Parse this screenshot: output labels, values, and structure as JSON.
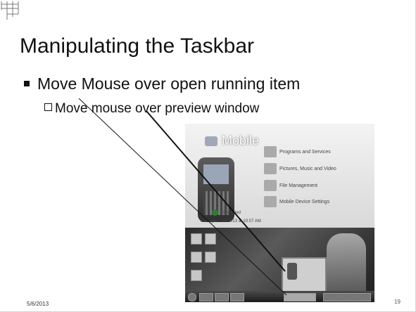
{
  "slide": {
    "title": "Manipulating the Taskbar",
    "bullet_1": "Move Mouse over open running item",
    "bullet_2": "Move mouse over preview window",
    "footer_date": "5/6/2013",
    "page_number": "19"
  },
  "screenshot": {
    "logo_text": "Mobile",
    "menu": [
      {
        "label": "Programs and Services"
      },
      {
        "label": "Pictures, Music and Video"
      },
      {
        "label": "File Management"
      },
      {
        "label": "Mobile Device Settings"
      }
    ],
    "status_text": "Connected",
    "sync_text": "Last sync: 5/6/2013 at 10:07 AM"
  },
  "icons": [
    "slide-corner-grid-icon",
    "windows-logo-icon",
    "phone-icon"
  ],
  "colors": {
    "text": "#111111",
    "background": "#ffffff",
    "connected": "#2f7d32"
  }
}
